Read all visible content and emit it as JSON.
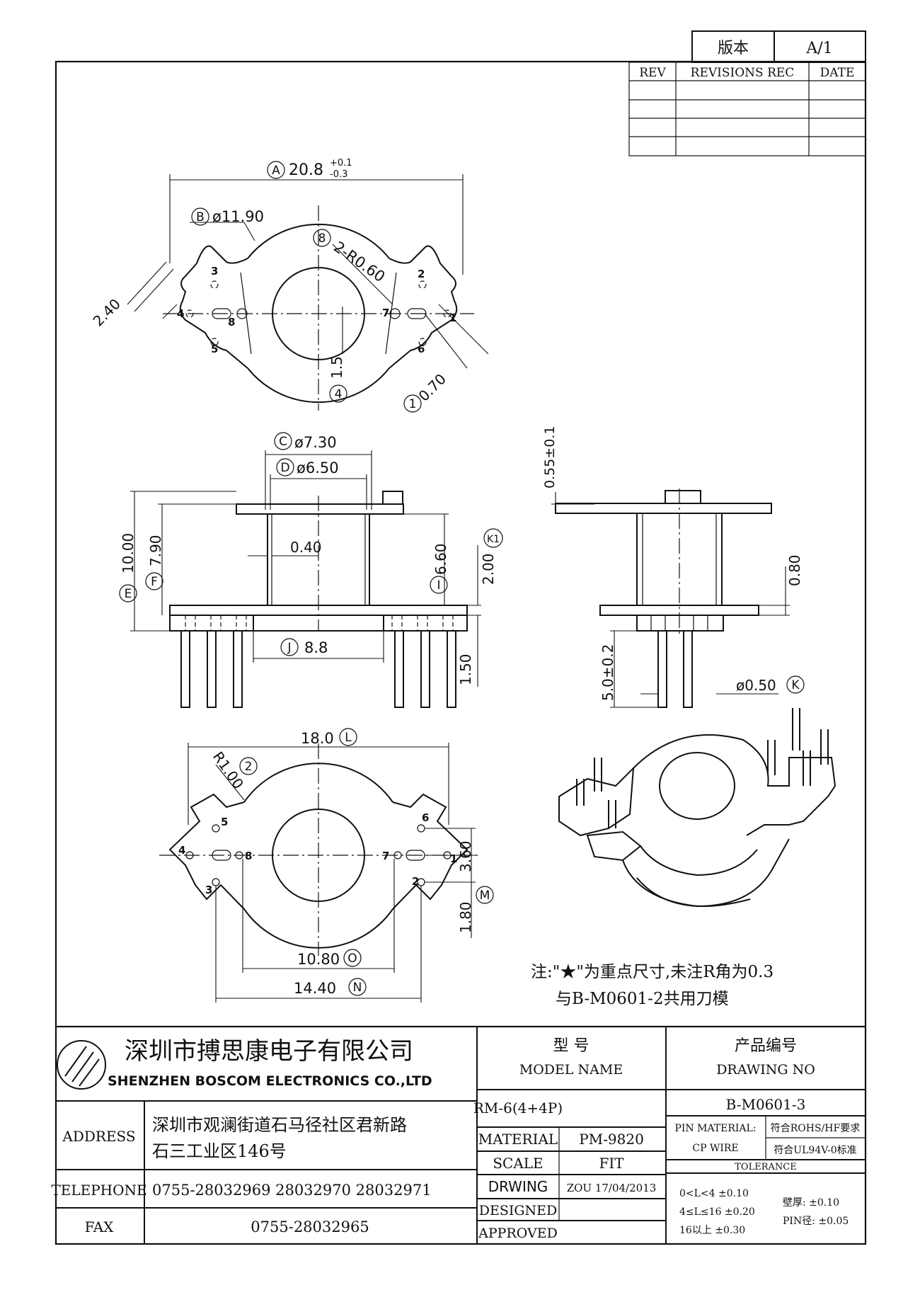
{
  "version_box": {
    "label": "版本",
    "value": "A/1"
  },
  "revisions": {
    "headers": [
      "REV",
      "REVISIONS REC",
      "DATE"
    ]
  },
  "top_view": {
    "dim_a": "20.8",
    "dim_a_tol_plus": "+0.1",
    "dim_a_tol_minus": "-0.3",
    "dim_b": "ø11.90",
    "dim_8": "2-R0.60",
    "dim_4": "1.5",
    "dim_1": "0.70",
    "dim_240": "2.40",
    "pins": [
      "1",
      "2",
      "3",
      "4",
      "5",
      "6",
      "7",
      "8"
    ]
  },
  "front_view": {
    "dim_c": "ø7.30",
    "dim_d": "ø6.50",
    "dim_040": "0.40",
    "dim_e": "10.00",
    "dim_f": "7.90",
    "dim_i": "6.60",
    "dim_k1": "2.00",
    "dim_j": "8.8",
    "dim_150": "1.50"
  },
  "side_view": {
    "dim_055": "0.55±0.1",
    "dim_080": "0.80",
    "dim_50": "5.0±0.2",
    "dim_k": "ø0.50"
  },
  "bottom_view": {
    "dim_l": "18.0",
    "dim_r": "R1.00",
    "dim_m_36": "3.60",
    "dim_m_18": "1.80",
    "dim_o": "10.80",
    "dim_n": "14.40",
    "pins": [
      "1",
      "2",
      "3",
      "4",
      "5",
      "6",
      "7",
      "8"
    ]
  },
  "balloons": {
    "A": "A",
    "B": "B",
    "8": "8",
    "4": "4",
    "1": "1",
    "C": "C",
    "D": "D",
    "E": "E",
    "F": "F",
    "I": "I",
    "K1": "K1",
    "J": "J",
    "K": "K",
    "L": "L",
    "2": "2",
    "M": "M",
    "O": "O",
    "N": "N"
  },
  "notes": {
    "line1": "注:\"★\"为重点尺寸,未注R角为0.3",
    "line2": "与B-M0601-2共用刀模"
  },
  "company": {
    "name_cn": "深圳市搏思康电子有限公司",
    "name_en": "SHENZHEN BOSCOM ELECTRONICS CO.,LTD"
  },
  "title_block": {
    "address_label": "ADDRESS",
    "address_line1": "深圳市观澜街道石马径社区君新路",
    "address_line2": "石三工业区146号",
    "telephone_label": "TELEPHONE",
    "telephone": "0755-28032969 28032970 28032971",
    "fax_label": "FAX",
    "fax": "0755-28032965",
    "model_cn": "型    号",
    "model_en": "MODEL NAME",
    "model": "RM-6(4+4P)",
    "material_label": "MATERIAL",
    "material": "PM-9820",
    "scale_label": "SCALE",
    "scale": "FIT",
    "drawing_label": "DRWING",
    "drawing_by": "ZOU 17/04/2013",
    "designed_label": "DESIGNED",
    "approved_label": "APPROVED",
    "drawing_no_cn": "产品编号",
    "drawing_no_en": "DRAWING NO",
    "drawing_no": "B-M0601-3",
    "pin_material_label": "PIN MATERIAL:",
    "pin_material": "CP WIRE",
    "rohs": "符合ROHS/HF要求",
    "ul": "符合UL94V-0标准",
    "tolerance_label": "TOLERANCE",
    "tol_rows": [
      "0<L<4    ±0.10",
      "4≤L≤16  ±0.20",
      "16以上    ±0.30"
    ],
    "wall": "壁厚:  ±0.10",
    "pin_dia": "PIN径: ±0.05"
  }
}
